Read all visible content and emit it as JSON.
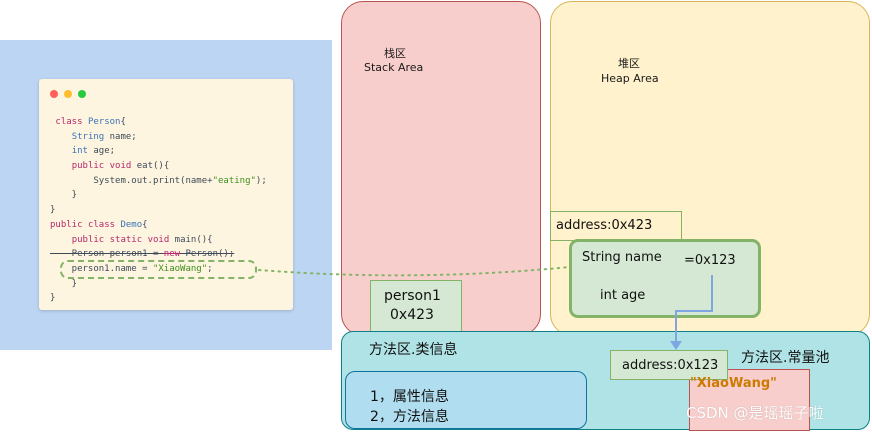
{
  "code_panel": {
    "window_dots": {
      "red": "#ff5f56",
      "yellow": "#ffbd2e",
      "green": "#27c93f"
    },
    "lines": [
      [
        {
          "t": " "
        },
        {
          "t": "class",
          "c": "kw"
        },
        {
          "t": " "
        },
        {
          "t": "Person",
          "c": "ty"
        },
        {
          "t": "{"
        }
      ],
      [
        {
          "t": "    "
        },
        {
          "t": "String",
          "c": "ty"
        },
        {
          "t": " name;"
        }
      ],
      [
        {
          "t": "    "
        },
        {
          "t": "int",
          "c": "ty"
        },
        {
          "t": " age;"
        }
      ],
      [
        {
          "t": "    "
        },
        {
          "t": "public",
          "c": "kw"
        },
        {
          "t": " "
        },
        {
          "t": "void",
          "c": "kw"
        },
        {
          "t": " eat(){"
        }
      ],
      [
        {
          "t": "        System.out.print(name+"
        },
        {
          "t": "\"eating\"",
          "c": "st"
        },
        {
          "t": ");"
        }
      ],
      [
        {
          "t": "    }"
        }
      ],
      [
        {
          "t": "}"
        }
      ],
      [
        {
          "t": "public",
          "c": "kw"
        },
        {
          "t": " "
        },
        {
          "t": "class",
          "c": "kw"
        },
        {
          "t": " "
        },
        {
          "t": "Demo",
          "c": "ty"
        },
        {
          "t": "{"
        }
      ],
      [
        {
          "t": "    "
        },
        {
          "t": "public",
          "c": "kw"
        },
        {
          "t": " "
        },
        {
          "t": "static",
          "c": "kw"
        },
        {
          "t": " "
        },
        {
          "t": "void",
          "c": "kw"
        },
        {
          "t": " main(){"
        }
      ],
      [
        {
          "t": "    Person person1 = ",
          "x": true
        },
        {
          "t": "new",
          "c": "kw",
          "x": true
        },
        {
          "t": " Person();",
          "x": true
        }
      ],
      [
        {
          "t": "    person1.name = "
        },
        {
          "t": "\"XiaoWang\"",
          "c": "st"
        },
        {
          "t": ";"
        }
      ],
      [
        {
          "t": "    }"
        }
      ],
      [
        {
          "t": "}"
        }
      ]
    ]
  },
  "stack": {
    "title_cn": "栈区",
    "title_en": "Stack Area",
    "var_name": "person1",
    "var_value": "0x423"
  },
  "heap": {
    "title_cn": "堆区",
    "title_en": "Heap Area",
    "address": "address:0x423",
    "field_name": "String name",
    "field_value": "=0x123",
    "field_age": "int age"
  },
  "method_area": {
    "class_info_title": "方法区.类信息",
    "class_info_items": [
      "1，属性信息",
      "2，方法信息"
    ],
    "constant_pool_title": "方法区.常量池",
    "constant_address": "address:0x123",
    "constant_value": "\"XiaoWang\""
  },
  "watermark": "CSDN @是瑶瑶子啦",
  "colors": {
    "code_bg": "#bcd5f3",
    "stack_fill": "#f8cecc",
    "heap_fill": "#fff2cc",
    "method_fill": "#b0e3e6",
    "object_fill": "#d5e8d4",
    "arrow": "#7ea6e0",
    "string_literal": "#cc7a00"
  }
}
